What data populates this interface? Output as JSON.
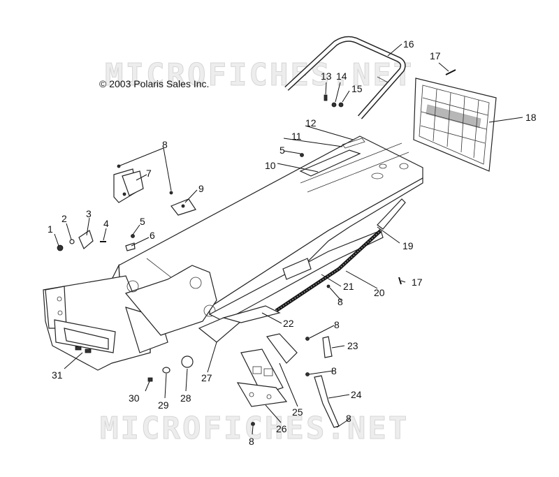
{
  "copyright": "© 2003 Polaris Sales Inc.",
  "watermark": "MICROFICHES.NET",
  "callouts": [
    {
      "id": "c1",
      "label": "1"
    },
    {
      "id": "c2",
      "label": "2"
    },
    {
      "id": "c3",
      "label": "3"
    },
    {
      "id": "c4",
      "label": "4"
    },
    {
      "id": "c5a",
      "label": "5"
    },
    {
      "id": "c5b",
      "label": "5"
    },
    {
      "id": "c6",
      "label": "6"
    },
    {
      "id": "c7",
      "label": "7"
    },
    {
      "id": "c8a",
      "label": "8"
    },
    {
      "id": "c8b",
      "label": "8"
    },
    {
      "id": "c8c",
      "label": "8"
    },
    {
      "id": "c8d",
      "label": "8"
    },
    {
      "id": "c8e",
      "label": "8"
    },
    {
      "id": "c8f",
      "label": "8"
    },
    {
      "id": "c9",
      "label": "9"
    },
    {
      "id": "c10",
      "label": "10"
    },
    {
      "id": "c11",
      "label": "11"
    },
    {
      "id": "c12",
      "label": "12"
    },
    {
      "id": "c13",
      "label": "13"
    },
    {
      "id": "c14",
      "label": "14"
    },
    {
      "id": "c15",
      "label": "15"
    },
    {
      "id": "c16",
      "label": "16"
    },
    {
      "id": "c17a",
      "label": "17"
    },
    {
      "id": "c17b",
      "label": "17"
    },
    {
      "id": "c18",
      "label": "18"
    },
    {
      "id": "c19",
      "label": "19"
    },
    {
      "id": "c20",
      "label": "20"
    },
    {
      "id": "c21",
      "label": "21"
    },
    {
      "id": "c22",
      "label": "22"
    },
    {
      "id": "c23",
      "label": "23"
    },
    {
      "id": "c24",
      "label": "24"
    },
    {
      "id": "c25",
      "label": "25"
    },
    {
      "id": "c26",
      "label": "26"
    },
    {
      "id": "c27",
      "label": "27"
    },
    {
      "id": "c28",
      "label": "28"
    },
    {
      "id": "c29",
      "label": "29"
    },
    {
      "id": "c30",
      "label": "30"
    },
    {
      "id": "c31",
      "label": "31"
    }
  ]
}
